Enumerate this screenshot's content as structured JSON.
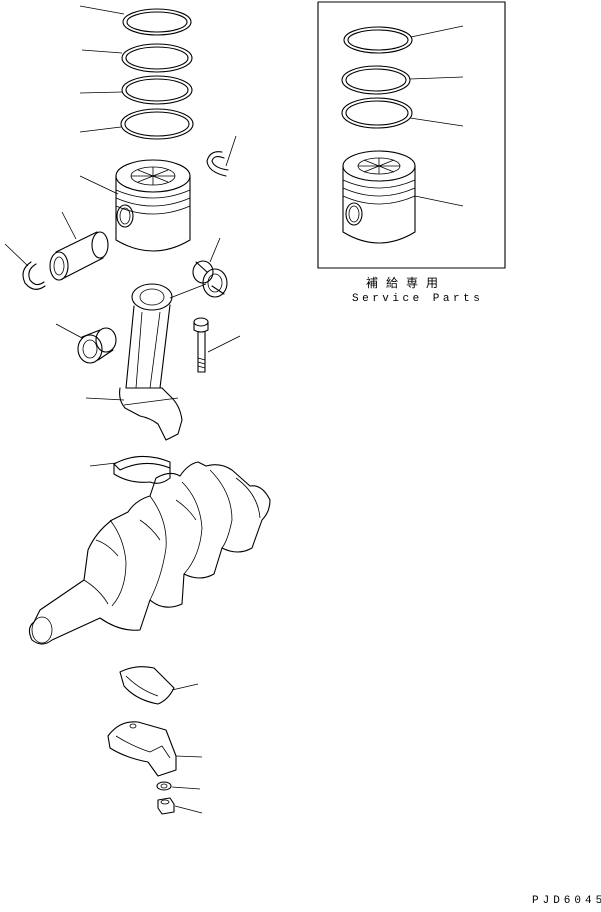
{
  "drawing": {
    "service_box": {
      "title_jp": "補給専用",
      "title_en": "Service Parts"
    },
    "figure_code": "PJD6045",
    "parts": [
      "piston-ring-top",
      "piston-ring-second",
      "piston-ring-oil",
      "piston-ring-4",
      "piston",
      "piston-pin",
      "snap-ring-left",
      "snap-ring-right",
      "bushing-left",
      "bushing-right",
      "connecting-rod",
      "connecting-rod-bolt",
      "bearing-upper",
      "crankshaft",
      "bearing-lower",
      "connecting-rod-cap",
      "washer",
      "nut",
      "service-ring-1",
      "service-ring-2",
      "service-ring-3",
      "service-piston"
    ]
  }
}
